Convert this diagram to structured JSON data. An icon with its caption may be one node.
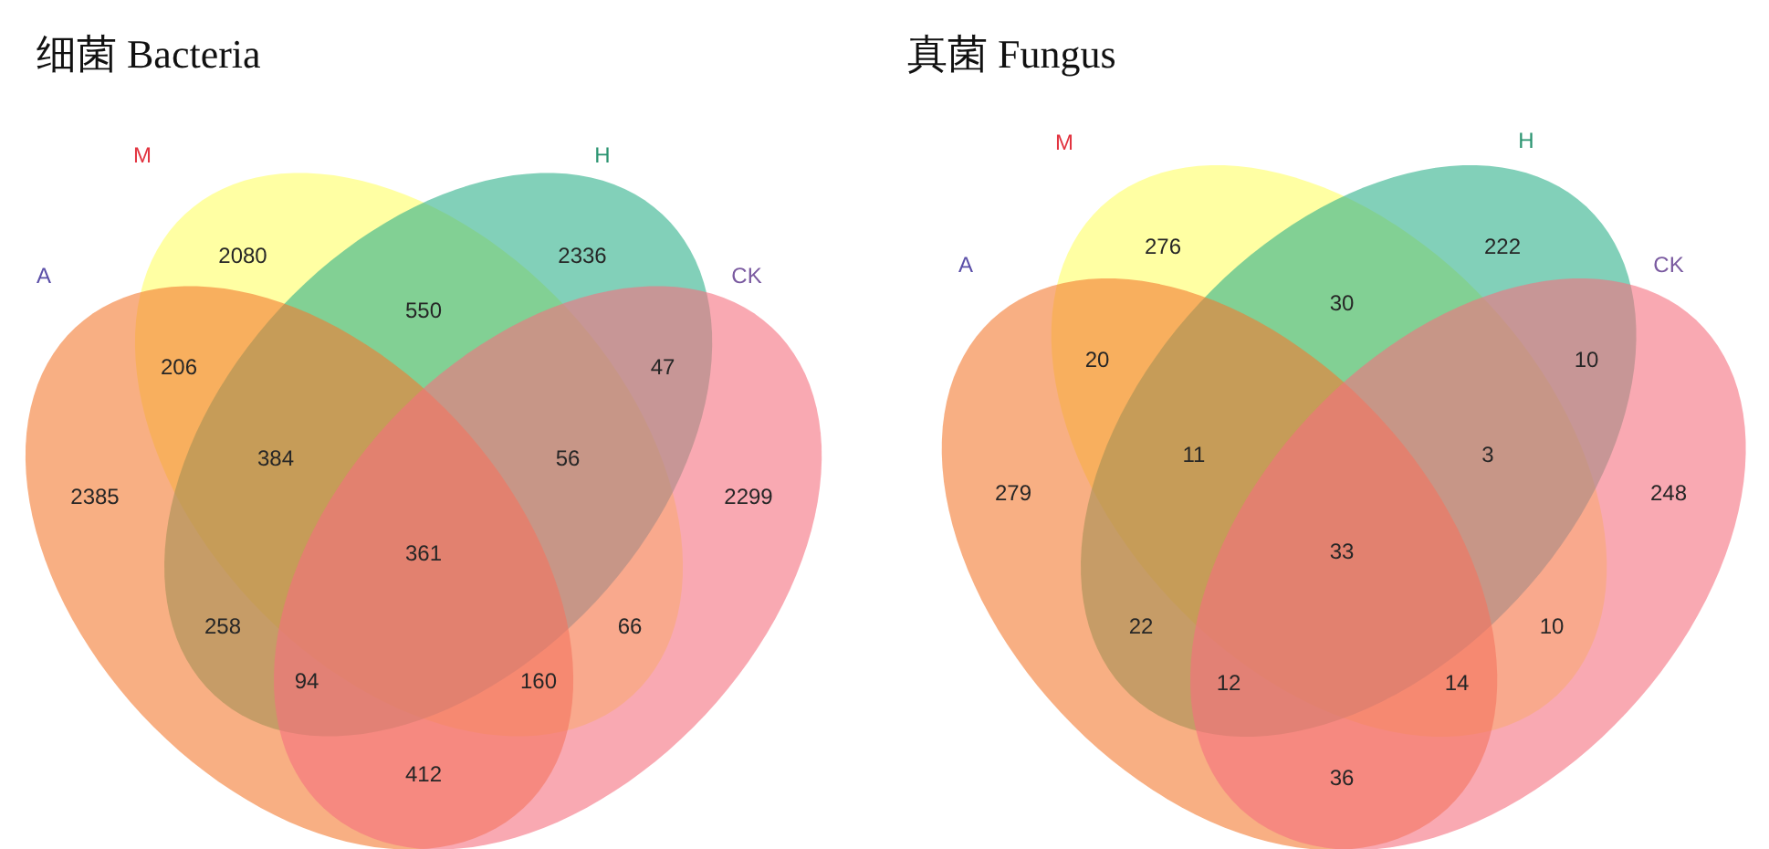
{
  "diagram": {
    "nodes": [
      {
        "text": [
          "M"
        ]
      },
      {
        "text": [
          "H"
        ]
      },
      {
        "text": [
          "A"
        ]
      },
      {
        "text": [
          "CK"
        ]
      },
      {
        "text": [
          "M"
        ]
      },
      {
        "text": [
          "H"
        ]
      },
      {
        "text": [
          "A"
        ]
      },
      {
        "text": [
          "CK"
        ]
      }
    ],
    "labels": [
      "细菌 Bacteria",
      "2080",
      "2336",
      "550",
      "206",
      "47",
      "384",
      "56",
      "2385",
      "2299",
      "361",
      "258",
      "66",
      "94",
      "160",
      "412",
      "真菌 Fungus",
      "276",
      "222",
      "30",
      "20",
      "10",
      "11",
      "3",
      "279",
      "248",
      "33",
      "22",
      "10",
      "12",
      "14",
      "36"
    ]
  }
}
